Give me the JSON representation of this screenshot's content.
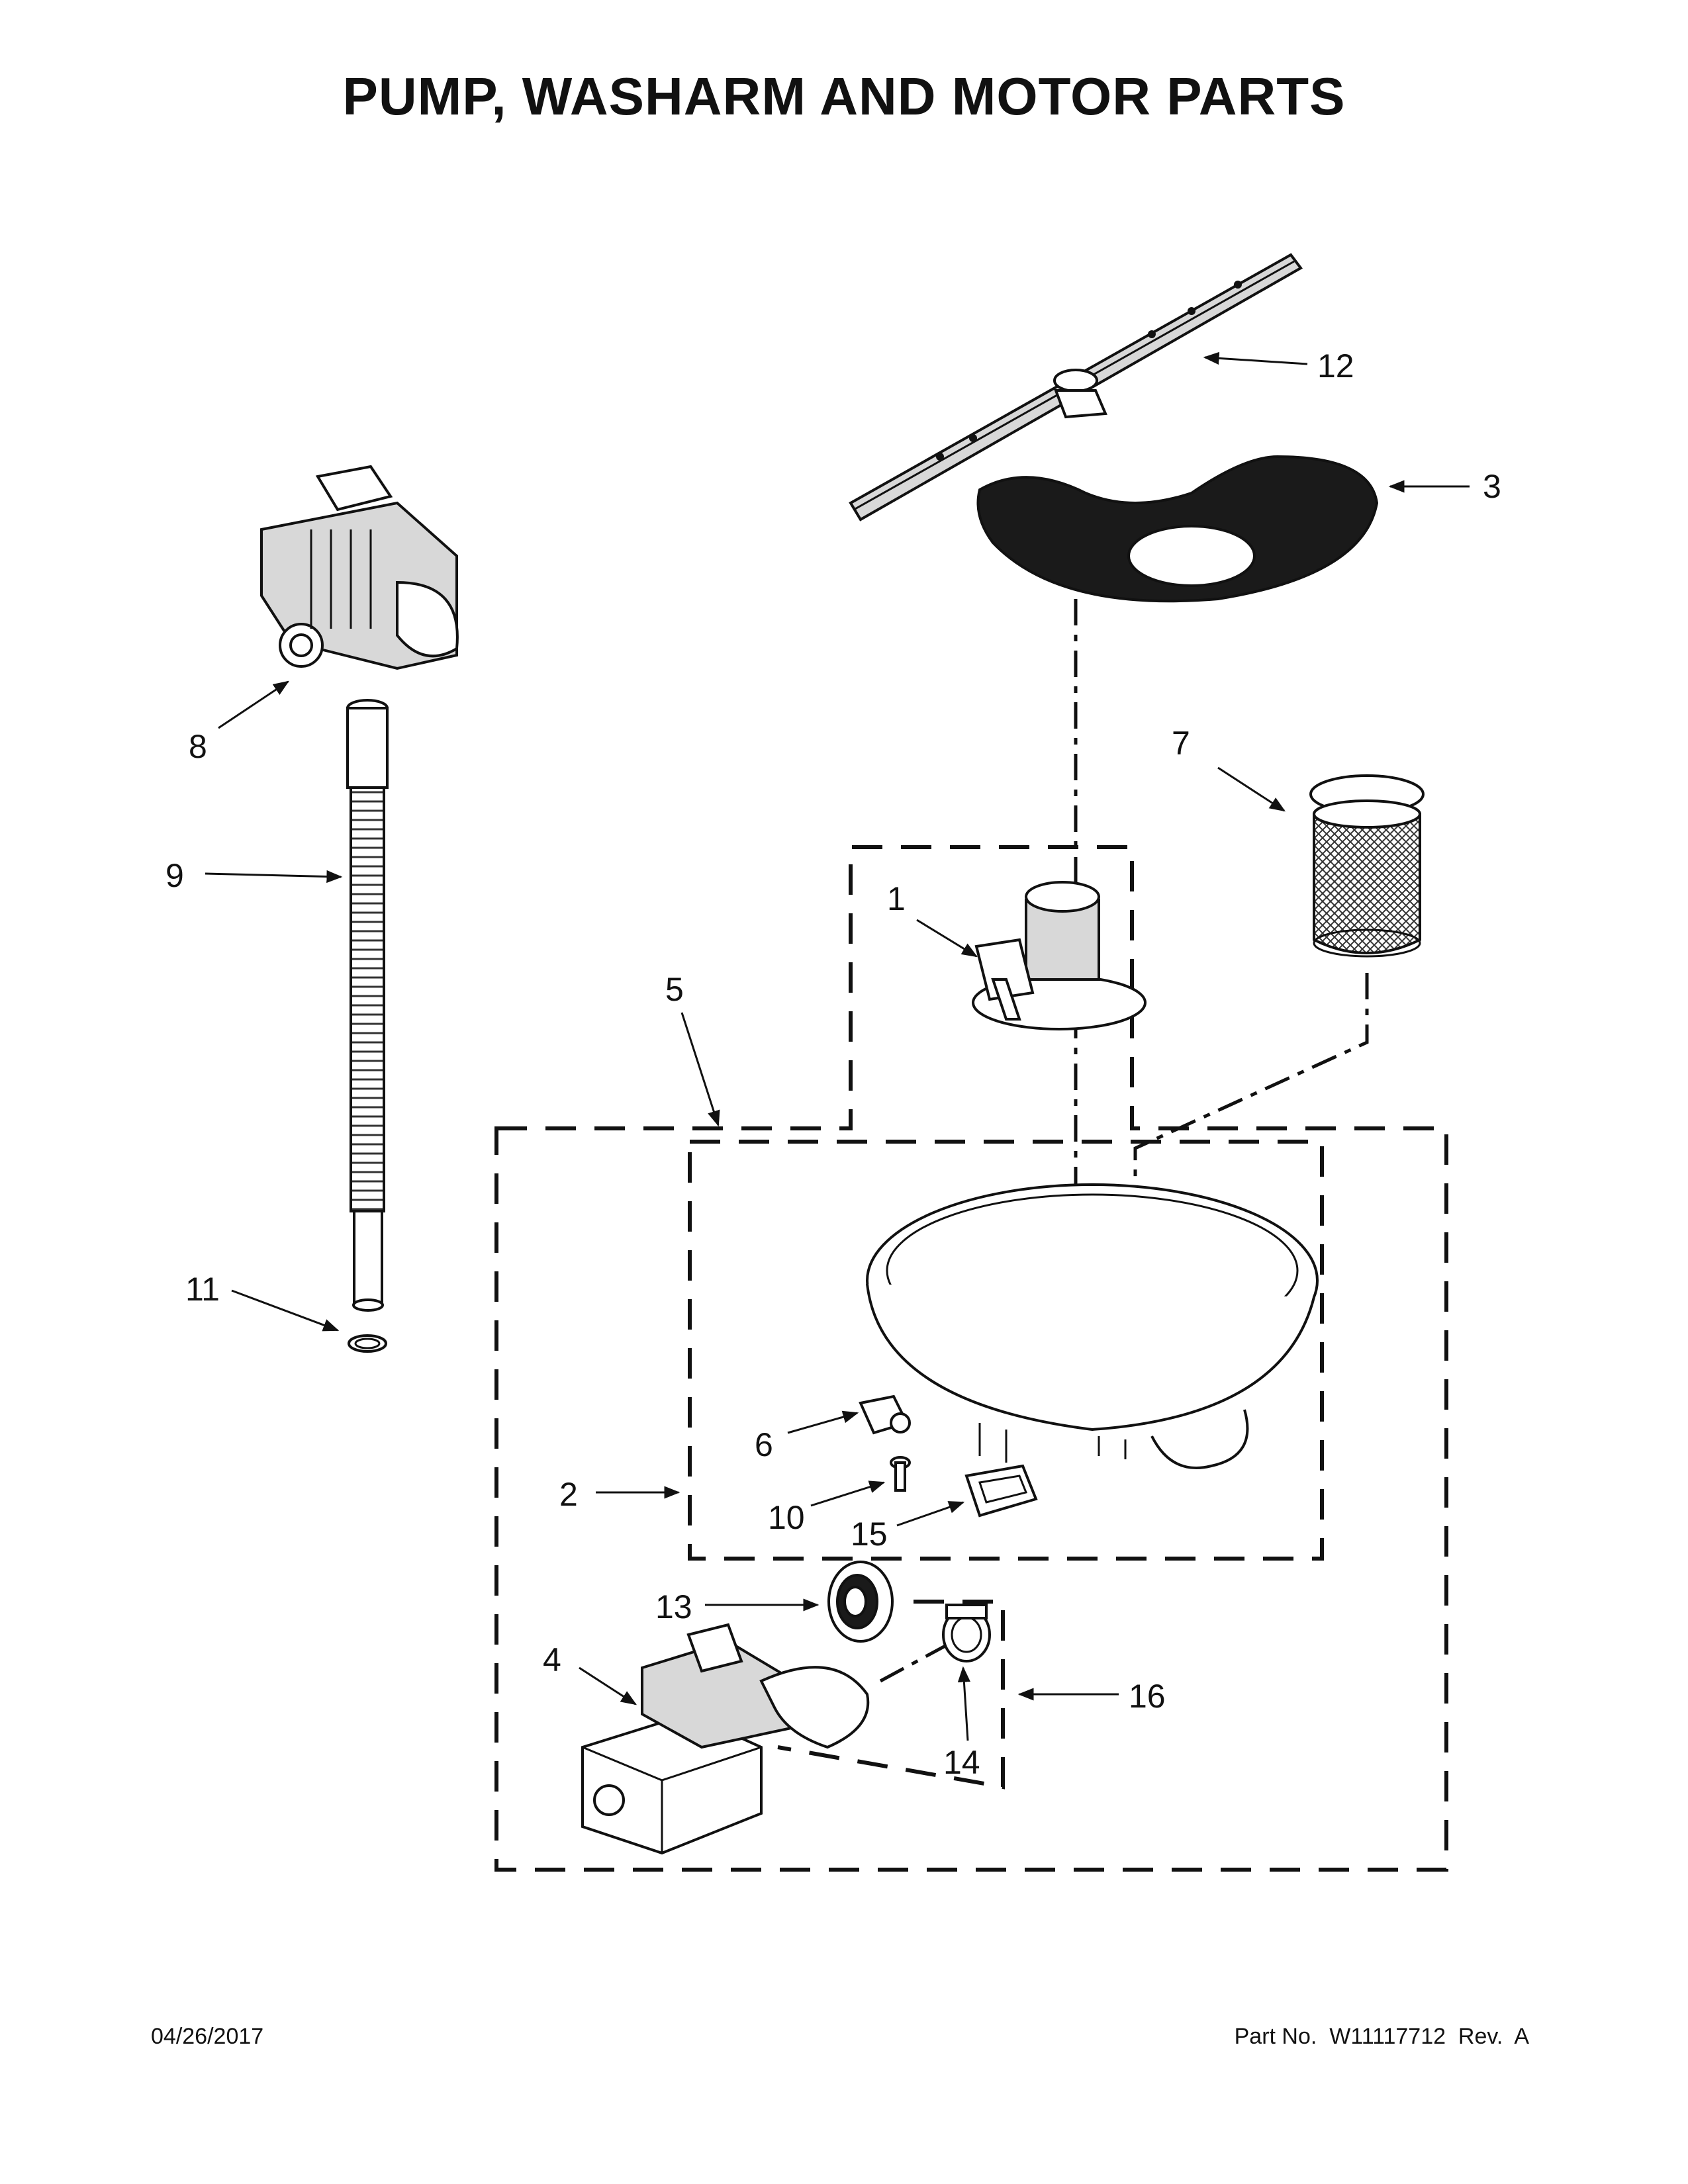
{
  "title": "PUMP, WASHARM AND MOTOR PARTS",
  "footer": {
    "date": "04/26/2017",
    "part_number": "Part No.  W11117712  Rev.  A"
  },
  "callouts": {
    "c1": "1",
    "c2": "2",
    "c3": "3",
    "c4": "4",
    "c5": "5",
    "c6": "6",
    "c7": "7",
    "c8": "8",
    "c9": "9",
    "c10": "10",
    "c11": "11",
    "c12": "12",
    "c13": "13",
    "c14": "14",
    "c15": "15",
    "c16": "16"
  }
}
